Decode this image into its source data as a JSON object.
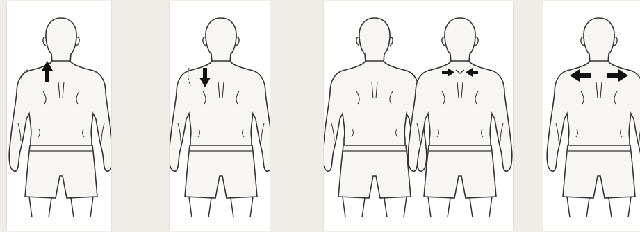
{
  "figure": {
    "description_panels": [
      {
        "id": "panel-1",
        "motion": "elevation",
        "arrow": "up"
      },
      {
        "id": "panel-2",
        "motion": "depression",
        "arrow": "down"
      },
      {
        "id": "panel-3",
        "motion": "retraction",
        "arrow": "inward-pair",
        "figures": 2
      },
      {
        "id": "panel-4",
        "motion": "protraction",
        "arrow": "outward-pair"
      }
    ],
    "colors": {
      "background": "#efede6",
      "panel": "#ffffff",
      "line": "#333333",
      "arrow": "#111111",
      "skin": "#f7f6f2"
    }
  }
}
